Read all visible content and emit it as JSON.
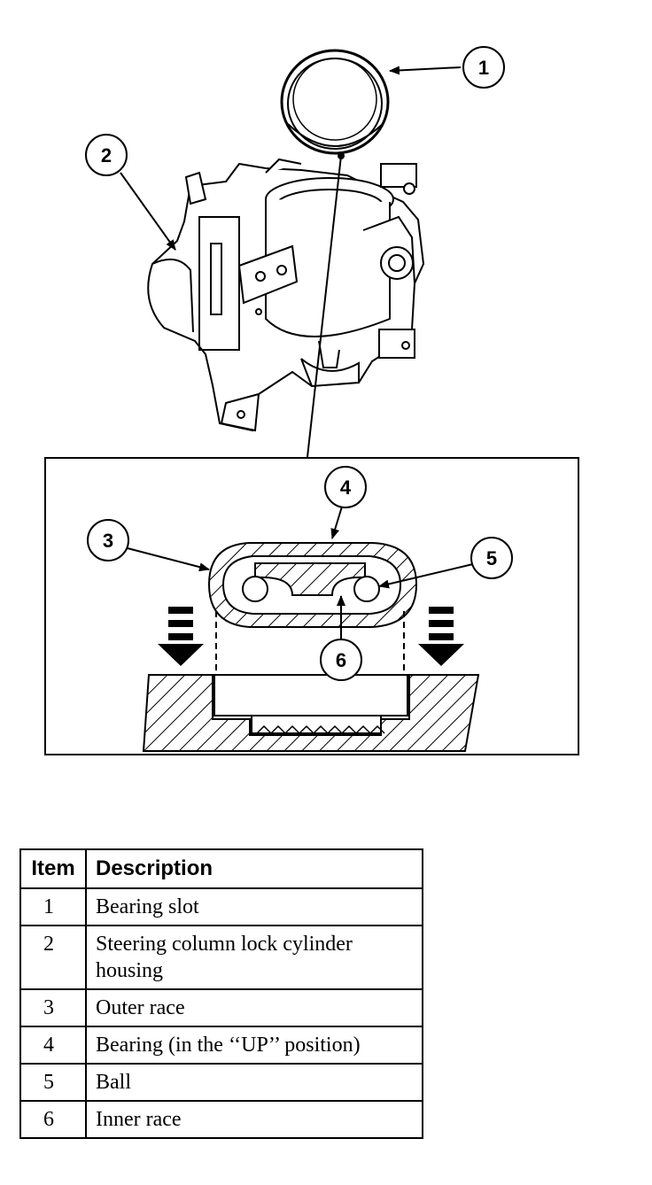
{
  "callouts": [
    {
      "id": "1",
      "label": "1"
    },
    {
      "id": "2",
      "label": "2"
    },
    {
      "id": "3",
      "label": "3"
    },
    {
      "id": "4",
      "label": "4"
    },
    {
      "id": "5",
      "label": "5"
    },
    {
      "id": "6",
      "label": "6"
    }
  ],
  "legend": {
    "headers": {
      "item": "Item",
      "description": "Description"
    },
    "rows": [
      {
        "item": "1",
        "description": "Bearing slot"
      },
      {
        "item": "2",
        "description": "Steering column lock cylinder housing"
      },
      {
        "item": "3",
        "description": "Outer race"
      },
      {
        "item": "4",
        "description": "Bearing (in the ‘‘UP’’ position)"
      },
      {
        "item": "5",
        "description": "Ball"
      },
      {
        "item": "6",
        "description": "Inner race"
      }
    ]
  }
}
